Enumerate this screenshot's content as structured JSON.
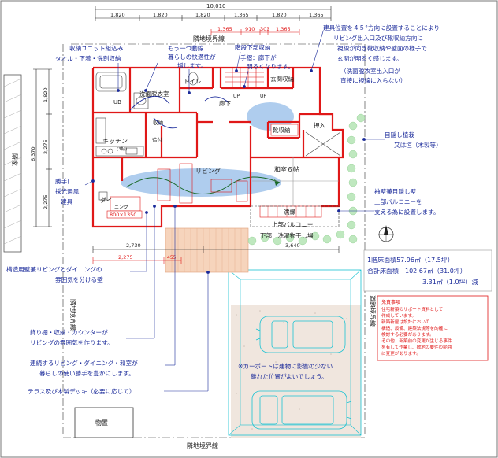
{
  "dimensions": {
    "total": "10,010",
    "top_segments": [
      "1,820",
      "1,820",
      "1,820",
      "1,365",
      "1,820",
      "1,365"
    ],
    "red_segments": [
      "1,365",
      "910",
      "303",
      "1,365"
    ],
    "left_segments": [
      "1,820",
      "2,275",
      "2,275"
    ],
    "left_total": "6,370",
    "bottom_segments": [
      "2,730",
      "3,640"
    ],
    "bottom_red": [
      "2,275",
      "455"
    ]
  },
  "boundaries": {
    "top": "隣地境界線",
    "bottom": "隣地境界線",
    "left": "隣地境界線",
    "right": "道路境界線"
  },
  "neighbors": {
    "left_house": "隣家",
    "storage": "物置"
  },
  "rooms": {
    "ub": "UB",
    "washroom": "洗面脱衣室",
    "toilet": "トイレ",
    "hall": "廊下",
    "up": "UP",
    "entrance_storage": "玄関収納",
    "shoe_storage": "靴収納",
    "closet": "押入",
    "kitchen": "キッチン",
    "kitchen_size": "(3帖)",
    "living": "リビング",
    "dining": "ダイ",
    "dining_suffix": "ニング",
    "washitsu": "和室６帖",
    "table_size": "800×1350",
    "storage_small": "収納",
    "built_in": "造付",
    "balcony_deck": "濡縁",
    "upper_balcony": "上部バルコニー",
    "upper_laundry": "下部　洗濯物干し場"
  },
  "annotations": {
    "a1": "収納ユニット組込み",
    "a1b": "タオル・下着・洗剤収納",
    "a2": "もう一つ動線",
    "a2b": "暮らしの快適性が",
    "a2c": "増します。",
    "a3": "階段下部収納",
    "a4": "手摺：廊下が",
    "a4b": "明るくなります。",
    "a5": "建具位置を４５°方向に設置することにより",
    "a5b": "リビング出入口及び靴収納方向に",
    "a5c": "視線が向き靴収納や壁面の様子で",
    "a5d": "玄関が明るく感じます。",
    "a5e": "（洗面脱衣室出入口が",
    "a5f": "直接に視線に入らない）",
    "a6": "目隠し植栽",
    "a6b": "又は垣（木製等）",
    "a7": "袖壁兼目隠し壁",
    "a7b": "上部バルコニーを",
    "a7c": "支える為に設置します。",
    "a8": "勝手口",
    "a8b": "採光通風",
    "a8c": "建具",
    "a9": "構造用壁兼リビングとダイニングの",
    "a9b": "雰囲気を分ける壁",
    "a10": "飾り棚・収納・カウンターが",
    "a10b": "リビングの雰囲気を作ります。",
    "a11": "連続するリビング・ダイニング・和室が",
    "a11b": "暮らしの使い勝手を豊かにします。",
    "a12": "テラス及び木製デッキ（必要に応じて）",
    "a13": "※カーポートは建物に影響の少ない",
    "a13b": "離れた位置がよいでしょう。"
  },
  "areas": {
    "line1": "1階床面積57.96㎡（17.5坪）",
    "line2": "合計床面積　102.67㎡（31.0坪）",
    "line3": "3.31㎡（1.0坪）減"
  },
  "notice": {
    "title": "免責事項",
    "lines": [
      "住宅新築のサポート資料として",
      "作成しています。",
      "新築新居は設計において",
      "構造、設備、建築法規等を的確に",
      "検討する必要があります。",
      "その他、新築前の変更が生じる事件",
      "を有して作業し、敷地の要件の範囲",
      "に変更があります。"
    ]
  },
  "colors": {
    "wall": "#e01818",
    "annotation": "#1a2a9a",
    "carport": "#19c2d2",
    "water": "#a6c8ec",
    "plant": "#aee2ae",
    "deck": "#f3c4a4",
    "dims": "#222222"
  }
}
